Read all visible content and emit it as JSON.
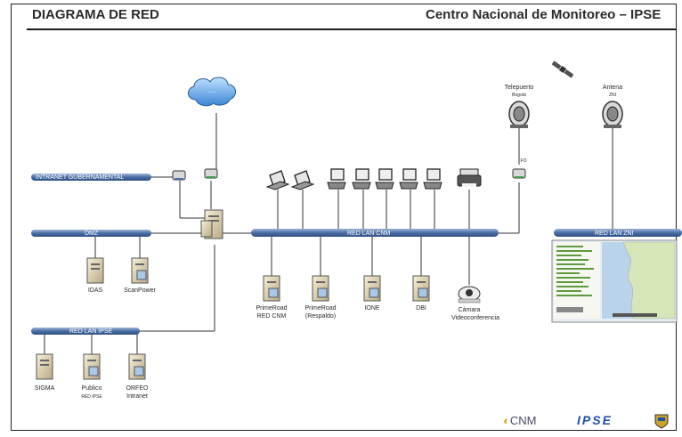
{
  "header": {
    "title_left": "DIAGRAMA DE RED",
    "title_right": "Centro Nacional de Monitoreo – IPSE"
  },
  "segments": {
    "intranet": "INTRANET GUBERNAMENTAL",
    "dmz": "DMZ",
    "lan_cnm": "RED LAN CNM",
    "lan_ipse": "RED LAN IPSE",
    "lan_zni": "RED LAN ZNI"
  },
  "labels": {
    "idas": "IDAS",
    "scanpower": "ScanPower",
    "primeroad1_l1": "PrimeRoad",
    "primeroad1_l2": "RED CNM",
    "primeroad2_l1": "PrimeRoad",
    "primeroad2_l2": "(Respaldo)",
    "ione": "IONE",
    "dbi": "DBI",
    "camara_l1": "Cámara",
    "camara_l2": "Videoconferencia",
    "sigma": "SIGMA",
    "publico_l1": "Publico",
    "publico_l2": "RED IPSE",
    "orfeo_l1": "ORFEO",
    "orfeo_l2": "Intranet",
    "teleport_l1": "Telepuerto",
    "teleport_l2": "Bogotá",
    "antena_l1": "Antena",
    "antena_l2": "ZNI",
    "fo": "FO"
  },
  "logos": {
    "cnm": "CNM",
    "ipse": "IPSE"
  }
}
